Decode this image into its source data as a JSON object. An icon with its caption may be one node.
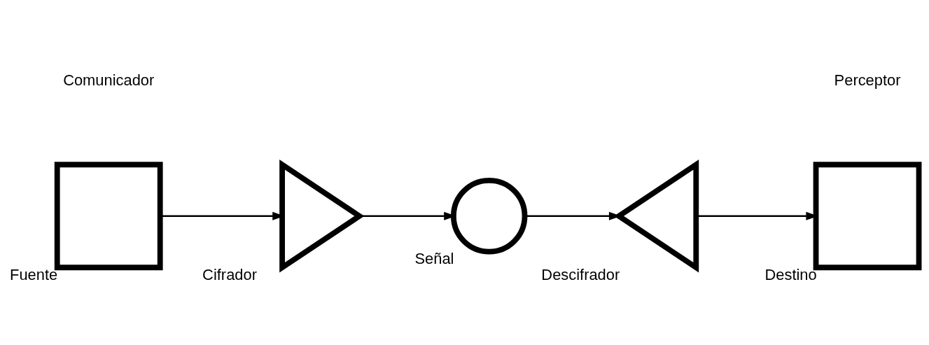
{
  "diagram": {
    "nodes": [
      {
        "text": [],
        "shape": "box",
        "beside": [
          "Fuente"
        ]
      },
      {
        "text": [],
        "shape": "triangle",
        "beside": [
          "Cifrador"
        ]
      },
      {
        "text": [],
        "shape": "circle",
        "beside": [
          "Señal"
        ]
      },
      {
        "text": [],
        "shape": "triangle",
        "beside": [
          "Descifrador"
        ]
      },
      {
        "text": [],
        "shape": "box",
        "beside": [
          "Destino"
        ]
      }
    ],
    "edges": [
      {
        "from": 0,
        "to": 1,
        "arrow": "to"
      },
      {
        "from": 1,
        "to": 2,
        "arrow": "to"
      },
      {
        "from": 2,
        "to": 3,
        "arrow": "to"
      },
      {
        "from": 3,
        "to": 4,
        "arrow": "to"
      }
    ],
    "labels": [
      "Comunicador",
      "Perceptor"
    ]
  }
}
